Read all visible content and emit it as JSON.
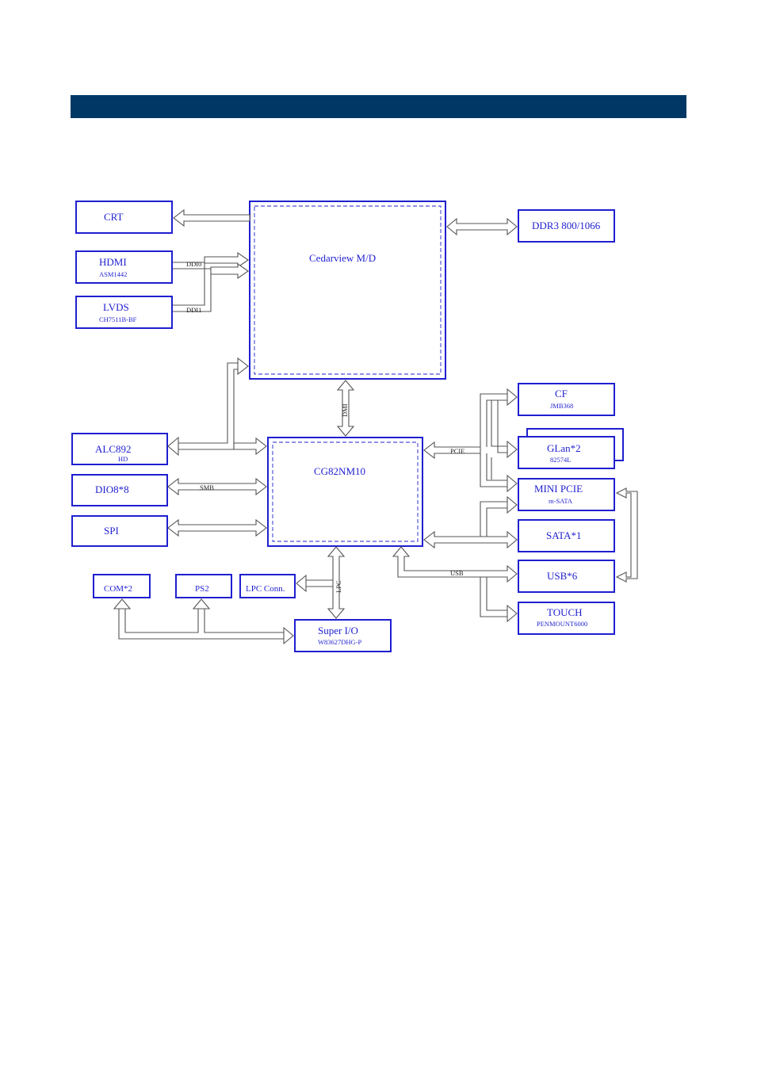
{
  "colors": {
    "header": "#003764",
    "block_stroke": "#1f1fd0",
    "block_text": "#1f1fd0",
    "connector": "#555555"
  },
  "blocks": {
    "crt": {
      "label": "CRT"
    },
    "hdmi": {
      "label": "HDMI",
      "sub": "ASM1442"
    },
    "lvds": {
      "label": "LVDS",
      "sub": "CH7511B-BF"
    },
    "cpu": {
      "label": "Cedarview M/D"
    },
    "ddr3": {
      "label": "DDR3 800/1066"
    },
    "alc": {
      "label": "ALC892",
      "sub": "HD"
    },
    "dio": {
      "label": "DIO8*8"
    },
    "spi": {
      "label": "SPI"
    },
    "pch": {
      "label": "CG82NM10"
    },
    "cf": {
      "label": "CF",
      "sub": "JMB368"
    },
    "glan": {
      "label": "GLan*2",
      "sub": "82574L"
    },
    "minipcie": {
      "label": "MINI PCIE",
      "sub": "m-SATA"
    },
    "sata": {
      "label": "SATA*1"
    },
    "usb": {
      "label": "USB*6"
    },
    "touch": {
      "label": "TOUCH",
      "sub": "PENMOUNT6000"
    },
    "com": {
      "label": "COM*2"
    },
    "ps2": {
      "label": "PS2"
    },
    "lpcconn": {
      "label": "LPC Conn."
    },
    "superio": {
      "label": "Super I/O",
      "sub": "W83627DHG-P"
    }
  },
  "buses": {
    "ddi0": "DDI0",
    "ddi1": "DDI1",
    "dmi": "DMI",
    "pcie": "PCIE",
    "smb": "SMB",
    "usb": "USB",
    "lpc": "LPC"
  }
}
